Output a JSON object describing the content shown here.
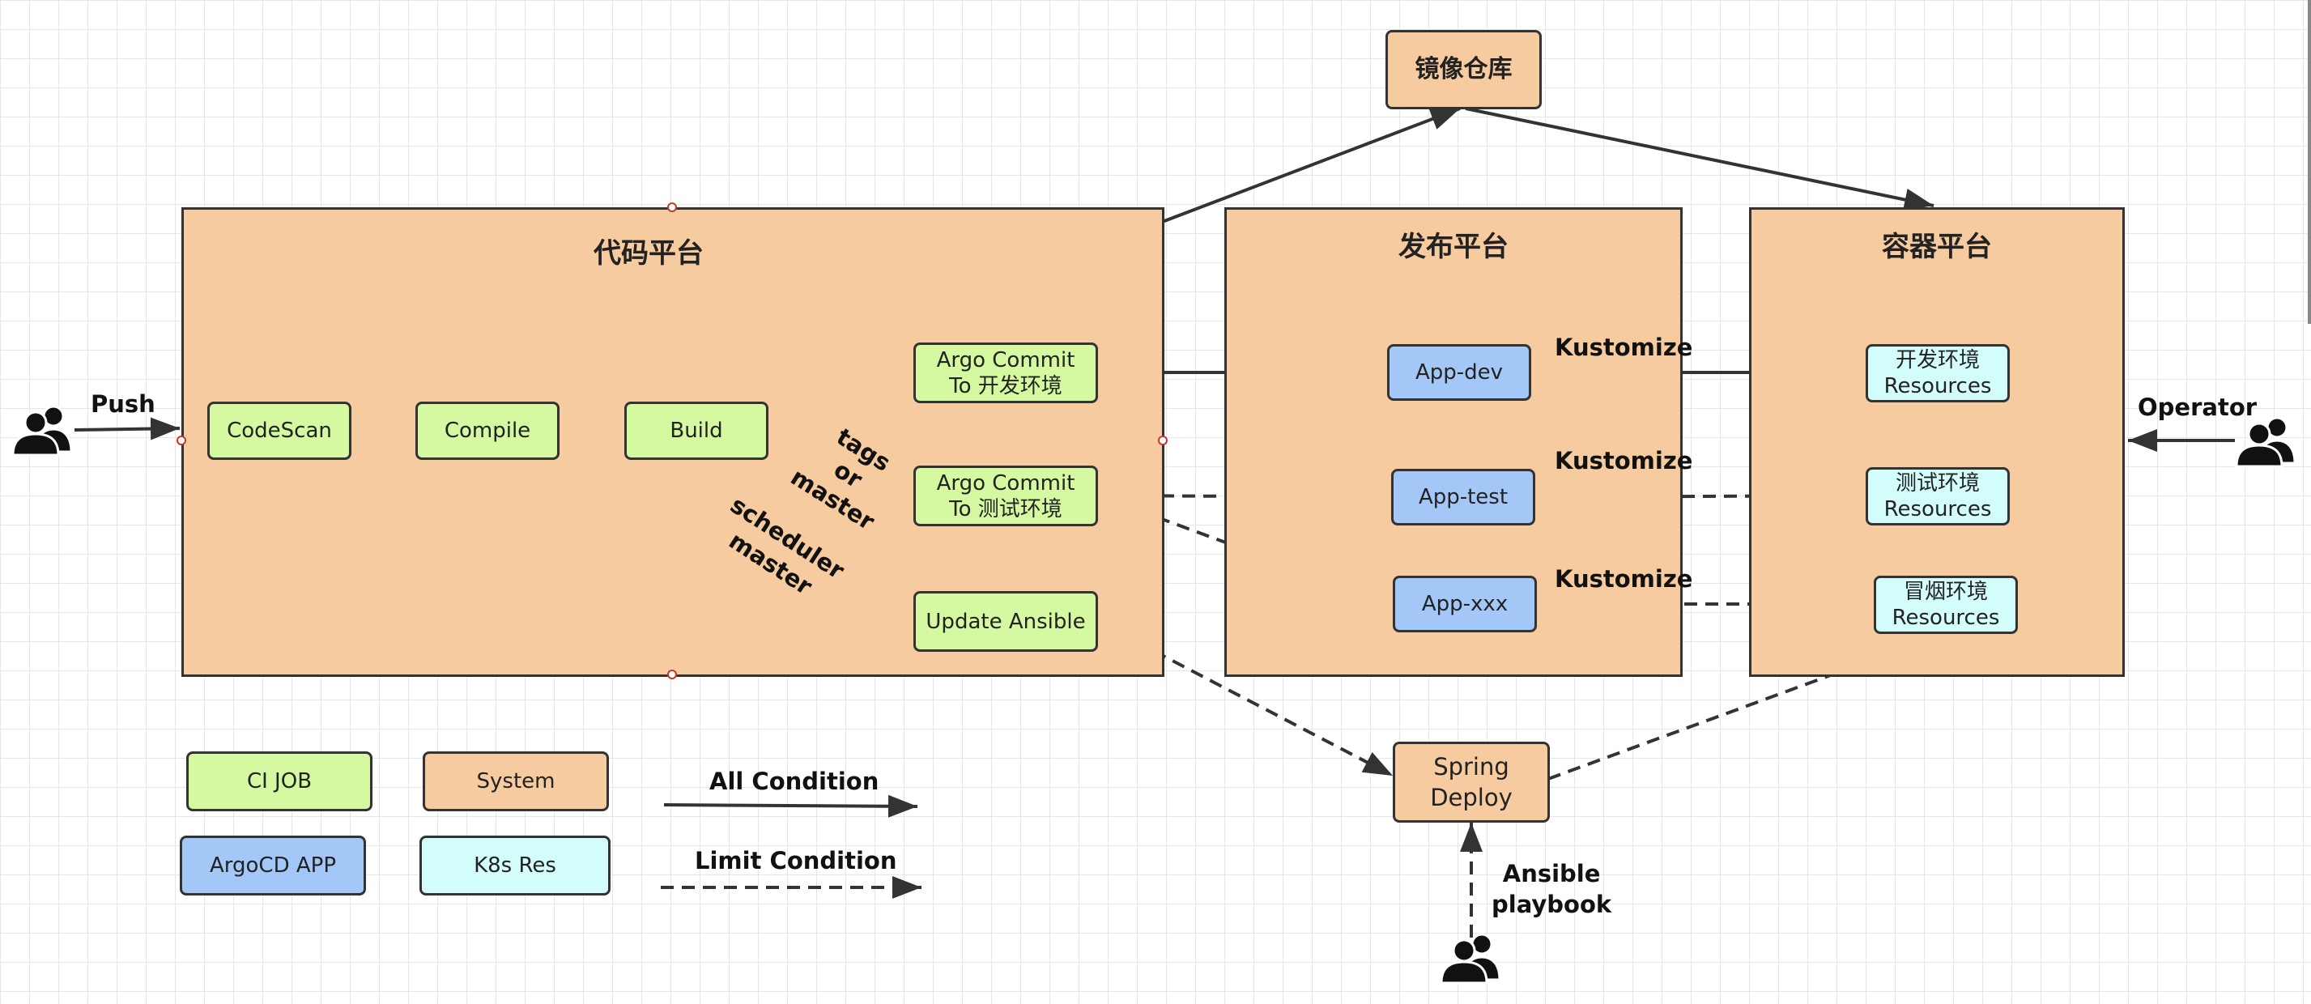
{
  "systems": {
    "code_platform": "代码平台",
    "release_platform": "发布平台",
    "container_platform": "容器平台",
    "image_registry": "镜像仓库",
    "spring_deploy": "Spring\nDeploy"
  },
  "ci_jobs": {
    "codescan": "CodeScan",
    "compile": "Compile",
    "build": "Build",
    "argo_commit_dev": "Argo Commit\nTo 开发环境",
    "argo_commit_test": "Argo Commit\nTo 测试环境",
    "update_ansible": "Update Ansible"
  },
  "argocd_apps": {
    "app_dev": "App-dev",
    "app_test": "App-test",
    "app_xxx": "App-xxx"
  },
  "k8s_resources": {
    "dev": "开发环境\nResources",
    "test": "测试环境\nResources",
    "smoke": "冒烟环境\nResources"
  },
  "edge_labels": {
    "push": "Push",
    "operator": "Operator",
    "tags_or_master": "tags\nor\nmaster",
    "scheduler_master": "scheduler\nmaster",
    "kustomize_dev": "Kustomize",
    "kustomize_test": "Kustomize",
    "kustomize_xxx": "Kustomize",
    "ansible_playbook": "Ansible\nplaybook"
  },
  "legend": {
    "ci_job": "CI JOB",
    "system": "System",
    "argocd_app": "ArgoCD APP",
    "k8s_res": "K8s Res",
    "all_condition": "All Condition",
    "limit_condition": "Limit Condition"
  },
  "colors": {
    "system": "#f7cba0",
    "ci_job": "#d4f9a0",
    "argocd_app": "#a3c8f8",
    "k8s_res": "#d3fdfb",
    "line": "#333333"
  }
}
